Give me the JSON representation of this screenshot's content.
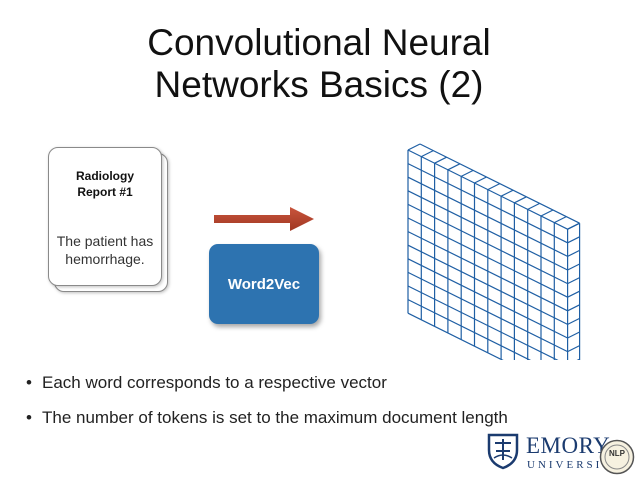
{
  "title": {
    "line1": "Convolutional Neural",
    "line2": "Networks Basics (2)"
  },
  "document": {
    "title_line1": "Radiology",
    "title_line2": "Report #1",
    "body_line1": "The patient has",
    "body_line2": "hemorrhage."
  },
  "arrow": {
    "color": "#b5402c",
    "icon": "right-arrow"
  },
  "word2vec": {
    "label": "Word2Vec",
    "color": "#2d73b0"
  },
  "tensor": {
    "icon": "3d-grid-matrix",
    "color": "#1f5fa4"
  },
  "bullets": [
    "Each word corresponds to a respective vector",
    "The number of tokens is set to the maximum document length"
  ],
  "footer": {
    "logo_word": "EMORY",
    "logo_sub": "UNIVERSITY",
    "logo_color": "#1b3b6f",
    "badge_text": "NLP"
  }
}
